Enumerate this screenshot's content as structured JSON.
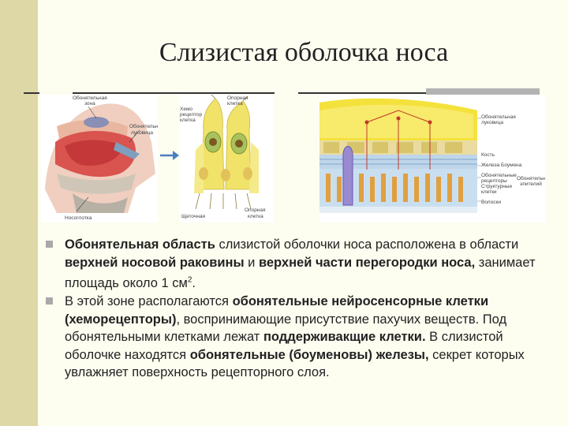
{
  "title": "Слизистая оболочка носа",
  "figures": {
    "nose": {
      "label_top_1": "Обонятельная",
      "label_top_2": "зона",
      "label_right_1": "Обонятельная",
      "label_right_2": "луковица",
      "label_bottom": "Носоглотка"
    },
    "cells": {
      "label_top_1": "Опорная",
      "label_top_2": "клетка",
      "label_left_1": "Хемо",
      "label_left_2": "рецептор",
      "label_left_3": "клетка",
      "label_bottom_left": "Щеточная",
      "label_bottom_right_1": "Опорная",
      "label_bottom_right_2": "клетка"
    },
    "tissue": {
      "label_1": "Обонятельная",
      "label_2": "луковица",
      "label_3": "Кость",
      "label_4": "Железа Боумена",
      "label_5": "Обонятельные",
      "label_6": "рецепторы",
      "label_7": "Структурные",
      "label_8": "клетки",
      "label_9": "Волоски",
      "label_10": "Обонятельный",
      "label_11": "эпителий"
    }
  },
  "paragraphs": [
    {
      "parts": [
        {
          "text": "Обонятельная область",
          "bold": true
        },
        {
          "text": " слизистой оболочки носа расположена в области ",
          "bold": false
        },
        {
          "text": "верхней носовой раковины",
          "bold": true
        },
        {
          "text": " и ",
          "bold": false
        },
        {
          "text": "верхней части перегородки носа,",
          "bold": true
        },
        {
          "text": " занимает площадь около 1 см",
          "bold": false
        },
        {
          "text": "2",
          "bold": false,
          "sup": true
        },
        {
          "text": ".",
          "bold": false
        }
      ]
    },
    {
      "parts": [
        {
          "text": "В этой зоне располагаются ",
          "bold": false
        },
        {
          "text": "обонятельные нейросенсорные клетки (хеморецепторы)",
          "bold": true
        },
        {
          "text": ", воспринимающие присутствие пахучих веществ. Под обонятельными клетками лежат ",
          "bold": false
        },
        {
          "text": "поддерживакщие клетки.",
          "bold": true
        },
        {
          "text": " В слизистой оболочке находятся ",
          "bold": false
        },
        {
          "text": "обонятельные (боуменовы) железы,",
          "bold": true
        },
        {
          "text": " секрет которых увлажняет поверхность рецепторного слоя.",
          "bold": false
        }
      ]
    }
  ],
  "colors": {
    "sidebar": "#ded8a6",
    "background": "#fdfdf0",
    "bullet": "#a9a9a9",
    "arrow": "#4a7fc1"
  }
}
